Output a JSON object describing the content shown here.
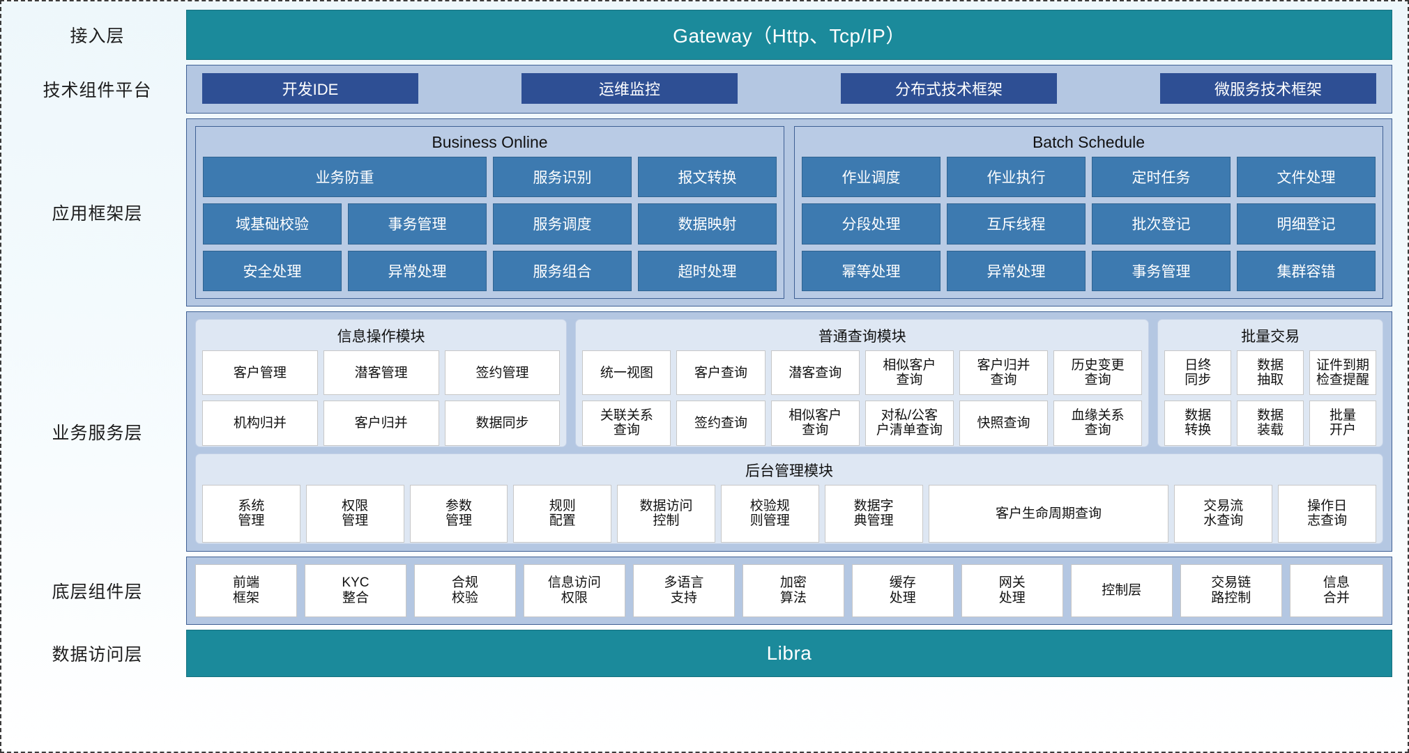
{
  "colors": {
    "teal": "#1b8a9b",
    "panel": "#b4c7e2",
    "chip_dark_blue": "#2e4f94",
    "chip_blue": "#3d7ab0",
    "white_cell": "#ffffff"
  },
  "layers": [
    {
      "label": "接入层"
    },
    {
      "label": "技术组件平台"
    },
    {
      "label": "应用框架层"
    },
    {
      "label": "业务服务层"
    },
    {
      "label": "底层组件层"
    },
    {
      "label": "数据访问层"
    }
  ],
  "access_layer": {
    "label": "接入层",
    "bar_text": "Gateway（Http、Tcp/IP）"
  },
  "tech_platform": {
    "label": "技术组件平台",
    "items": [
      "开发IDE",
      "运维监控",
      "分布式技术框架",
      "微服务技术框架"
    ]
  },
  "app_framework": {
    "label": "应用框架层",
    "sections": [
      {
        "title": "Business Online",
        "items": [
          {
            "text": "业务防重",
            "wide": true
          },
          {
            "text": "服务识别"
          },
          {
            "text": "报文转换"
          },
          {
            "text": "域基础校验"
          },
          {
            "text": "事务管理"
          },
          {
            "text": "服务调度"
          },
          {
            "text": "数据映射"
          },
          {
            "text": "安全处理"
          },
          {
            "text": "异常处理"
          },
          {
            "text": "服务组合"
          },
          {
            "text": "超时处理"
          }
        ]
      },
      {
        "title": "Batch Schedule",
        "items": [
          {
            "text": "作业调度"
          },
          {
            "text": "作业执行"
          },
          {
            "text": "定时任务"
          },
          {
            "text": "文件处理"
          },
          {
            "text": "分段处理"
          },
          {
            "text": "互斥线程"
          },
          {
            "text": "批次登记"
          },
          {
            "text": "明细登记"
          },
          {
            "text": "幂等处理"
          },
          {
            "text": "异常处理"
          },
          {
            "text": "事务管理"
          },
          {
            "text": "集群容错"
          }
        ]
      }
    ]
  },
  "business_service": {
    "label": "业务服务层",
    "modules": [
      {
        "title": "信息操作模块",
        "items": [
          "客户管理",
          "潜客管理",
          "签约管理",
          "机构归并",
          "客户归并",
          "数据同步"
        ]
      },
      {
        "title": "普通查询模块",
        "items": [
          "统一视图",
          "客户查询",
          "潜客查询",
          "相似客户\n查询",
          "客户归并\n查询",
          "历史变更\n查询",
          "关联关系\n查询",
          "签约查询",
          "相似客户\n查询",
          "对私/公客\n户清单查询",
          "快照查询",
          "血缘关系\n查询"
        ]
      },
      {
        "title": "批量交易",
        "items": [
          "日终\n同步",
          "数据\n抽取",
          "证件到期\n检查提醒",
          "数据\n转换",
          "数据\n装载",
          "批量\n开户"
        ]
      }
    ],
    "admin_module": {
      "title": "后台管理模块",
      "items": [
        "系统\n管理",
        "权限\n管理",
        "参数\n管理",
        "规则\n配置",
        "数据访问\n控制",
        "校验规\n则管理",
        "数据字\n典管理",
        "客户生命周期查询",
        "交易流\n水查询",
        "操作日\n志查询"
      ]
    }
  },
  "component_layer": {
    "label": "底层组件层",
    "items": [
      "前端\n框架",
      "KYC\n整合",
      "合规\n校验",
      "信息访问\n权限",
      "多语言\n支持",
      "加密\n算法",
      "缓存\n处理",
      "网关\n处理",
      "控制层",
      "交易链\n路控制",
      "信息\n合并"
    ]
  },
  "data_access": {
    "label": "数据访问层",
    "bar_text": "Libra"
  }
}
